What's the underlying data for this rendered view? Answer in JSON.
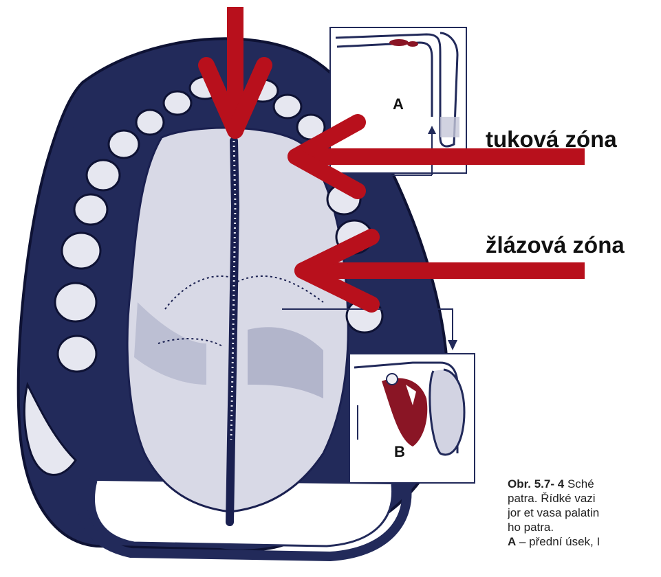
{
  "labels": {
    "fat_zone": "tuková zóna",
    "gland_zone": "žlázová zóna"
  },
  "insets": {
    "a": "A",
    "b": "B"
  },
  "caption": {
    "number": "Obr. 5.7- 4",
    "line1": "Sché",
    "line2": "patra. Řídké vazi",
    "line3": "jor et vasa palatin",
    "line4": "ho patra.",
    "line5_bold": "A",
    "line5": " – přední úsek, I"
  },
  "colors": {
    "arrow": "#b8101c",
    "ink": "#222a5a",
    "palate_light": "#dcdde8",
    "tissue_red": "#8a1525"
  }
}
